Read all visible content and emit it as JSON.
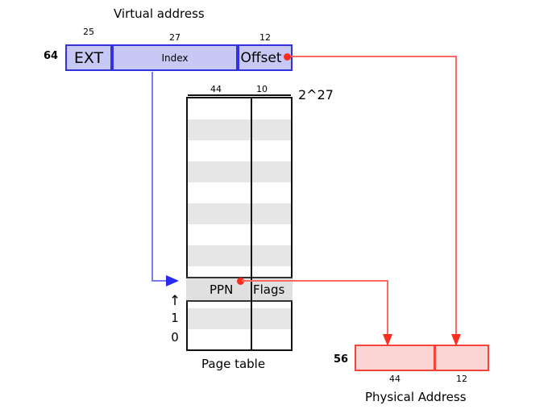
{
  "diagram": {
    "title": "Virtual address",
    "virtual_address": {
      "total_bits": "64",
      "segments": [
        {
          "label": "EXT",
          "bits": "25"
        },
        {
          "label": "Index",
          "bits": "27"
        },
        {
          "label": "Offset",
          "bits": "12"
        }
      ]
    },
    "page_table": {
      "caption": "Page table",
      "entry_count_label": "2^27",
      "column_bits": [
        "44",
        "10"
      ],
      "entry": {
        "ppn_label": "PPN",
        "flags_label": "Flags"
      },
      "row_indices": [
        "1",
        "0"
      ],
      "index_arrow_glyph": "↑"
    },
    "physical_address": {
      "caption": "Physical Address",
      "total_bits": "56",
      "segment_bits": [
        "44",
        "12"
      ]
    },
    "colors": {
      "virtual_fill": "#c8c8f5",
      "virtual_border": "#3333dd",
      "physical_fill": "#fbd4d4",
      "physical_border": "#f4433a",
      "wire_red": "#fb6a62",
      "wire_blue": "#7b7bf2",
      "dot_red": "#fb2b1c",
      "table_band": "#e6e6e6",
      "entry_fill": "#e0e0e0"
    }
  }
}
